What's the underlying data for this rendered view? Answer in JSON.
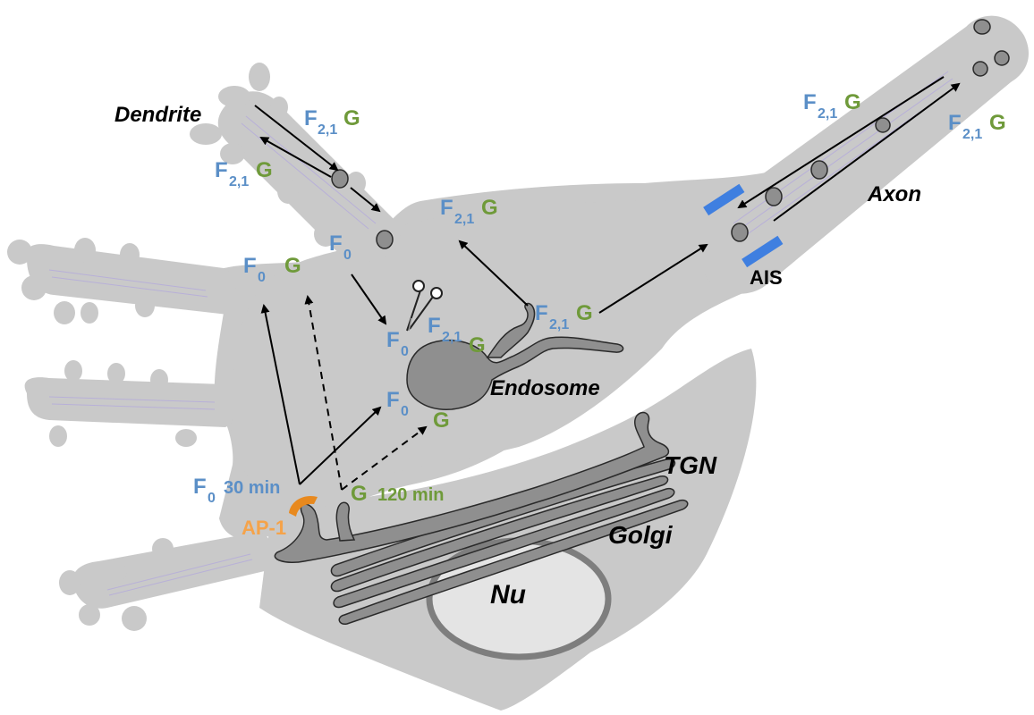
{
  "colors": {
    "cell": "#c9c9c9",
    "organelle": "#8f8f8f",
    "organelle_stroke": "#2a2a2a",
    "nucleus_fill": "#e4e4e4",
    "nucleus_ring": "#7e7e7e",
    "blue": "#5b8fc7",
    "green": "#6f9a3a",
    "orange": "#f5a34a",
    "ap1": "#e8891e",
    "ais": "#3f7fe0",
    "microtubule": "#b8b0d8"
  },
  "structures": {
    "dendrite": "Dendrite",
    "axon": "Axon",
    "ais": "AIS",
    "endosome": "Endosome",
    "tgn": "TGN",
    "golgi": "Golgi",
    "nucleus": "Nu",
    "ap1": "AP-1"
  },
  "time_labels": {
    "f0_time": "30 min",
    "g_time": "120 min"
  },
  "cargo": {
    "f": "F",
    "g": "G",
    "sub0": "0",
    "sub21": "2,1"
  },
  "icons": {
    "scissors": "scissors-icon"
  }
}
